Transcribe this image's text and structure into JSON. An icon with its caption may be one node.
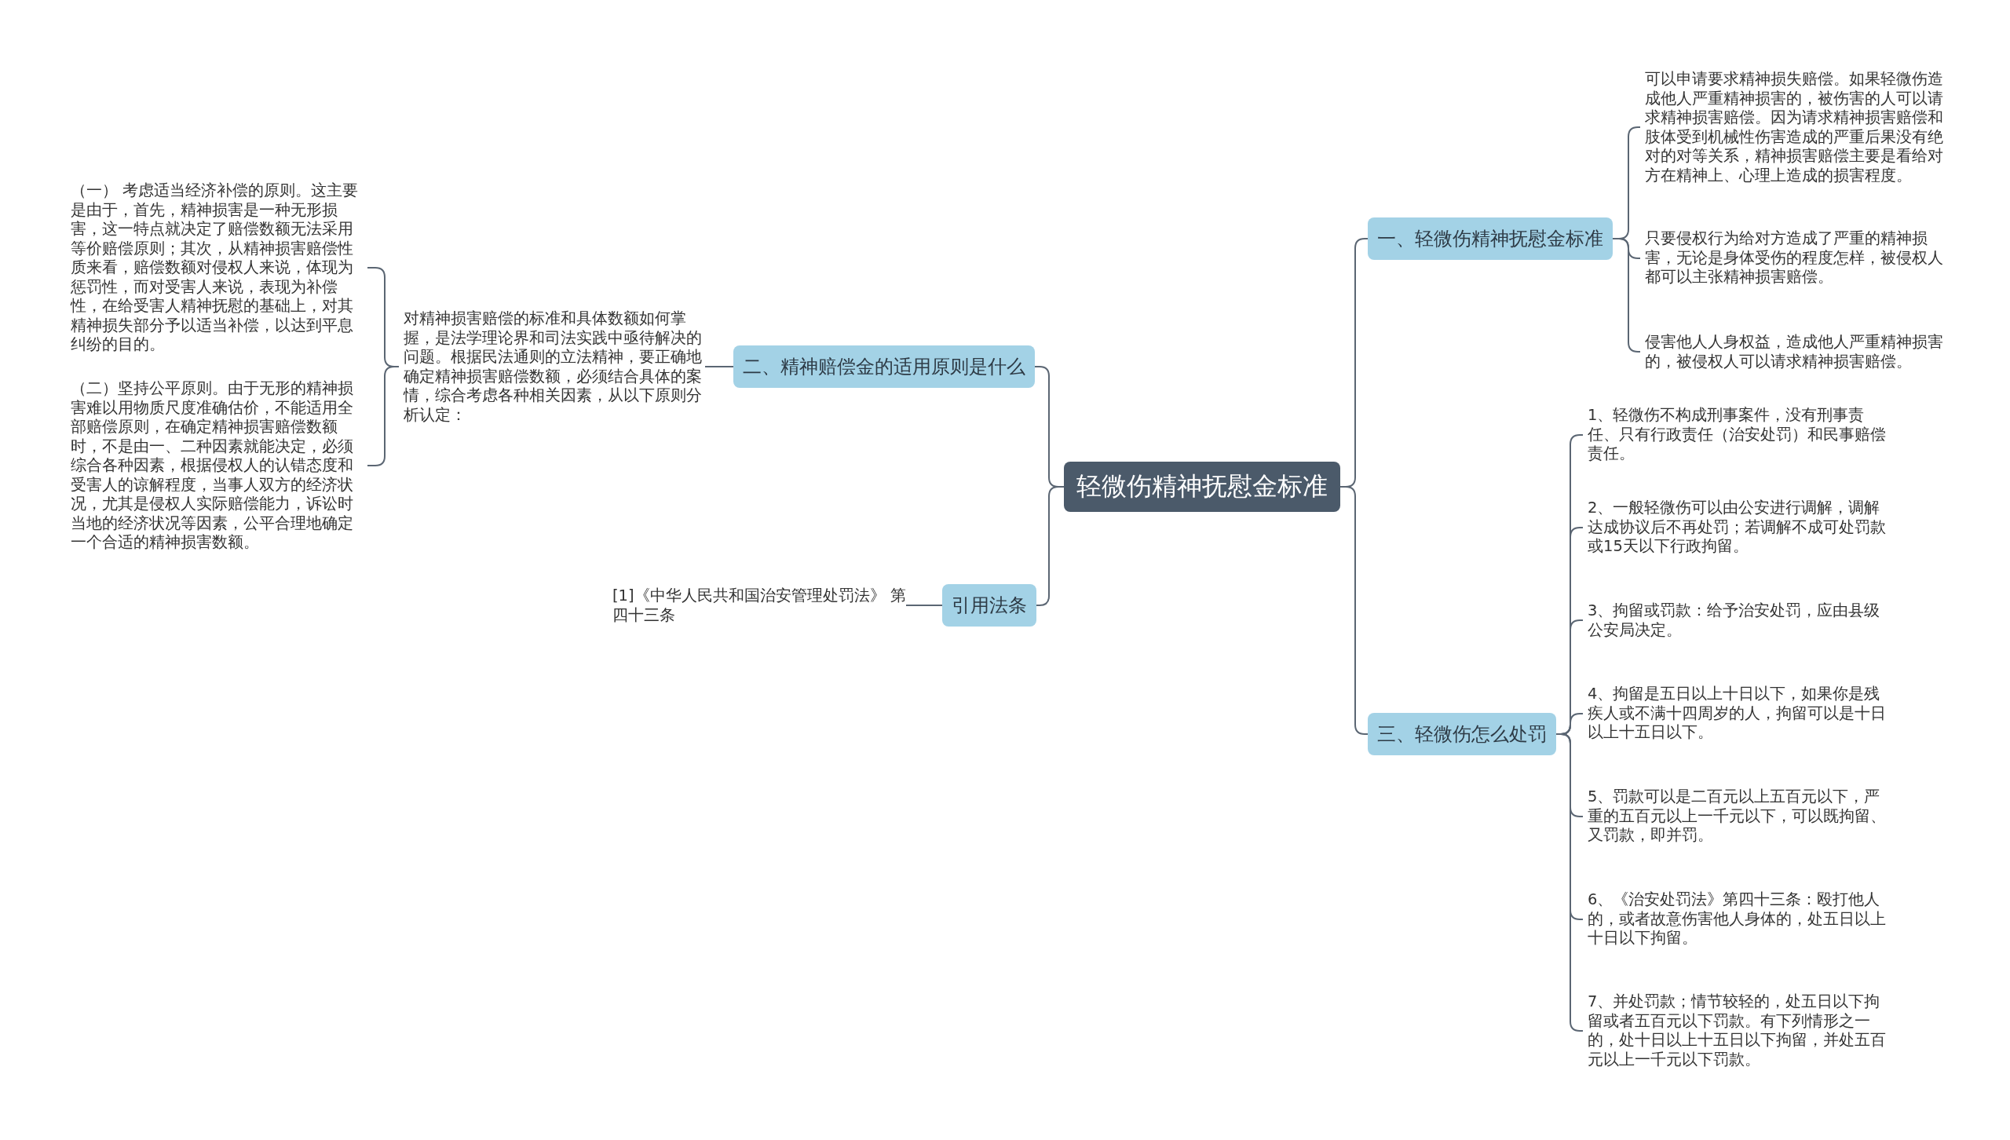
{
  "diagram": {
    "nodes": [
      {
        "text": [
          "轻微伤精神抚慰金标准"
        ]
      },
      {
        "text": [
          "二、精神赔偿金的适用原则是什么"
        ]
      },
      {
        "text": [
          "对精神损害赔偿的标准和具体数额如何掌握，是法学理论界和司法实践中亟待解决的问题。根据民法通则的立法精神，要正确地确定精神损害赔偿数额，必须结合具体的案情，综合考虑各种相关因素，从以下原则分析认定："
        ]
      },
      {
        "text": [
          "（一） 考虑适当经济补偿的原则。这主要是由于，首先，精神损害是一种无形损害，这一特点就决定了赔偿数额无法采用等价赔偿原则；其次，从精神损害赔偿性质来看，赔偿数额对侵权人来说，体现为惩罚性，而对受害人来说，表现为补偿性，在给受害人精神抚慰的基础上，对其精神损失部分予以适当补偿，以达到平息纠纷的目的。"
        ]
      },
      {
        "text": [
          "（二）坚持公平原则。由于无形的精神损害难以用物质尺度准确估价，不能适用全部赔偿原则，在确定精神损害赔偿数额时，不是由一、二种因素就能决定，必须综合各种因素，根据侵权人的认错态度和受害人的谅解程度，当事人双方的经济状况，尤其是侵权人实际赔偿能力，诉讼时当地的经济状况等因素，公平合理地确定一个合适的精神损害数额。"
        ]
      },
      {
        "text": [
          "引用法条"
        ]
      },
      {
        "text": [
          "[1]《中华人民共和国治安管理处罚法》 第四十三条"
        ]
      },
      {
        "text": [
          "一、轻微伤精神抚慰金标准"
        ]
      },
      {
        "text": [
          "可以申请要求精神损失赔偿。如果轻微伤造成他人严重精神损害的，被伤害的人可以请求精神损害赔偿。因为请求精神损害赔偿和肢体受到机械性伤害造成的严重后果没有绝对的对等关系，精神损害赔偿主要是看给对方在精神上、心理上造成的损害程度。"
        ]
      },
      {
        "text": [
          "只要侵权行为给对方造成了严重的精神损害，无论是身体受伤的程度怎样，被侵权人都可以主张精神损害赔偿。"
        ]
      },
      {
        "text": [
          "侵害他人人身权益，造成他人严重精神损害的，被侵权人可以请求精神损害赔偿。"
        ]
      },
      {
        "text": [
          "三、轻微伤怎么处罚"
        ]
      },
      {
        "text": [
          "1、轻微伤不构成刑事案件，没有刑事责任、只有行政责任（治安处罚）和民事赔偿责任。"
        ]
      },
      {
        "text": [
          "2、一般轻微伤可以由公安进行调解，调解达成协议后不再处罚；若调解不成可处罚款或15天以下行政拘留。"
        ]
      },
      {
        "text": [
          "3、拘留或罚款：给予治安处罚，应由县级公安局决定。"
        ]
      },
      {
        "text": [
          "4、拘留是五日以上十日以下，如果你是残疾人或不满十四周岁的人，拘留可以是十日以上十五日以下。"
        ]
      },
      {
        "text": [
          "5、罚款可以是二百元以上五百元以下，严重的五百元以上一千元以下，可以既拘留、又罚款，即并罚。"
        ]
      },
      {
        "text": [
          "6、《治安处罚法》第四十三条：殴打他人的，或者故意伤害他人身体的，处五日以上十日以下拘留。"
        ]
      },
      {
        "text": [
          "7、并处罚款；情节较轻的，处五日以下拘留或者五百元以下罚款。有下列情形之一的，处十日以上十五日以下拘留，并处五百元以上一千元以下罚款。"
        ]
      }
    ],
    "edges": [
      {
        "from": 0,
        "to": 1,
        "arrow": "none"
      },
      {
        "from": 1,
        "to": 2,
        "arrow": "none"
      },
      {
        "from": 2,
        "to": 3,
        "arrow": "none"
      },
      {
        "from": 2,
        "to": 4,
        "arrow": "none"
      },
      {
        "from": 0,
        "to": 5,
        "arrow": "none"
      },
      {
        "from": 5,
        "to": 6,
        "arrow": "none"
      },
      {
        "from": 0,
        "to": 7,
        "arrow": "none"
      },
      {
        "from": 7,
        "to": 8,
        "arrow": "none"
      },
      {
        "from": 7,
        "to": 9,
        "arrow": "none"
      },
      {
        "from": 7,
        "to": 10,
        "arrow": "none"
      },
      {
        "from": 0,
        "to": 11,
        "arrow": "none"
      },
      {
        "from": 11,
        "to": 12,
        "arrow": "none"
      },
      {
        "from": 11,
        "to": 13,
        "arrow": "none"
      },
      {
        "from": 11,
        "to": 14,
        "arrow": "none"
      },
      {
        "from": 11,
        "to": 15,
        "arrow": "none"
      },
      {
        "from": 11,
        "to": 16,
        "arrow": "none"
      },
      {
        "from": 11,
        "to": 17,
        "arrow": "none"
      },
      {
        "from": 11,
        "to": 18,
        "arrow": "none"
      }
    ]
  }
}
